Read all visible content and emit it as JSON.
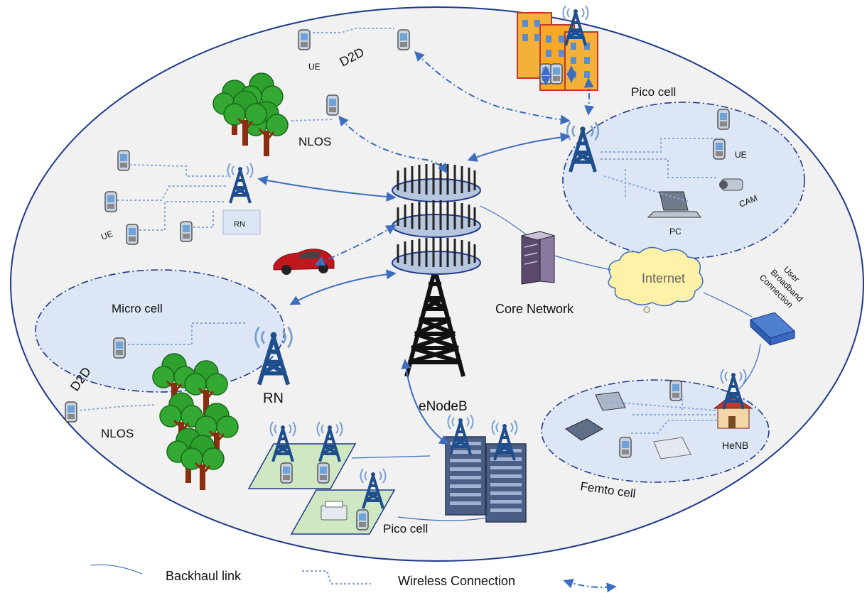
{
  "labels": {
    "ue_top": "UE",
    "d2d_top": "D2D",
    "nlos_top": "NLOS",
    "pico_cell_top": "Pico cell",
    "ue_pico": "UE",
    "cam": "CAM",
    "pc": "PC",
    "rn_small": "RN",
    "ue_left": "UE",
    "micro_cell": "Micro cell",
    "d2d_left": "D2D",
    "rn_large": "RN",
    "nlos_bottom": "NLOS",
    "enodeb": "eNodeB",
    "core_network": "Core Network",
    "internet": "Internet",
    "user_broadband": [
      "User",
      "Broadband",
      "Connection"
    ],
    "henb": "HeNB",
    "femto_cell": "Femto cell",
    "pico_cell_bottom": "Pico cell"
  },
  "legend": {
    "backhaul": "Backhaul link",
    "wireless": "Wireless Connection"
  },
  "colors": {
    "main_background": "#f1f1f1",
    "cell_fill": "#dce6f4",
    "cell_border": "#1f3a8a",
    "link_blue": "#3d6dbf",
    "dotted_blue": "#8aa8dc",
    "tree_green": "#2ea02e",
    "tree_trunk": "#8b2e10",
    "pico_plate": "#cfe8c3",
    "internet_cloud": "#fff2a8"
  }
}
